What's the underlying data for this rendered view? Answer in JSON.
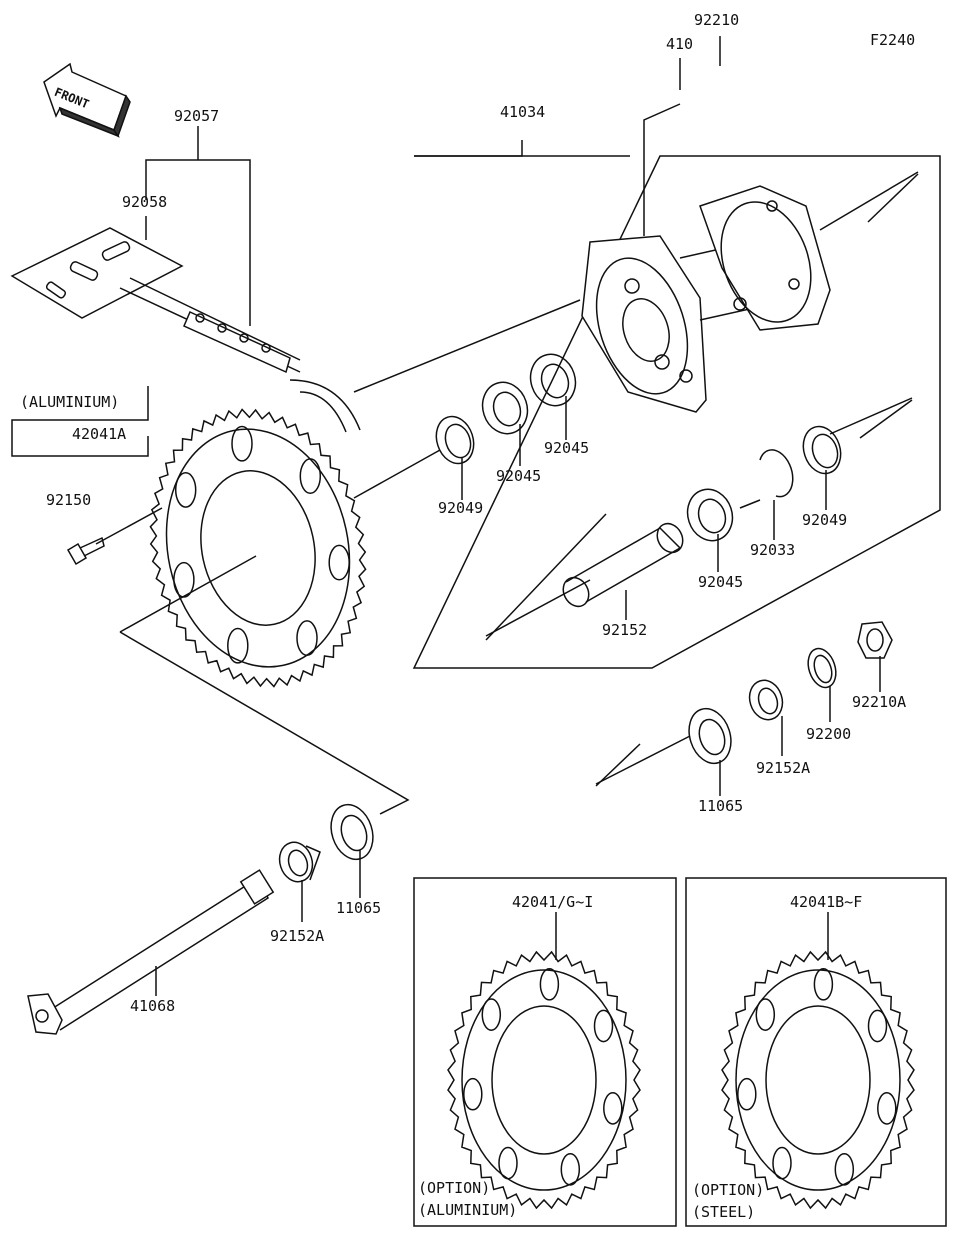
{
  "figure_code": "F2240",
  "front_arrow_text": "FRONT",
  "parts": {
    "p92210": "92210",
    "p410": "410",
    "p41034": "41034",
    "p92057": "92057",
    "p92058": "92058",
    "aluminium_note": "(ALUMINIUM)",
    "p42041A": "42041A",
    "p92150": "92150",
    "p92049_left": "92049",
    "p92045_a": "92045",
    "p92045_b": "92045",
    "p92045_c": "92045",
    "p92049_right": "92049",
    "p92033": "92033",
    "p92152": "92152",
    "p92210A": "92210A",
    "p92200": "92200",
    "p92152A_right": "92152A",
    "p11065_right": "11065",
    "p11065_left": "11065",
    "p92152A_left": "92152A",
    "p41068": "41068",
    "p42041GI": "42041/G~I",
    "p42041BF": "42041B~F"
  },
  "option_boxes": {
    "aluminium": {
      "line1": "(OPTION)",
      "line2": "(ALUMINIUM)"
    },
    "steel": {
      "line1": "(OPTION)",
      "line2": "(STEEL)"
    }
  }
}
